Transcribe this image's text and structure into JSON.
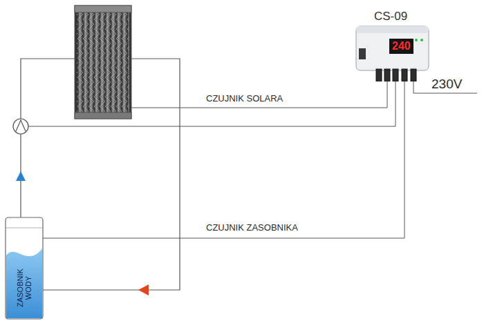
{
  "diagram": {
    "nodes": [
      {
        "text": [
          "CS-09",
          "240"
        ]
      },
      {
        "text": [
          "ZASOBNIK WODY"
        ]
      }
    ],
    "edges": [
      {
        "from": 1,
        "to": 0,
        "arrow": "none",
        "label": "CZUJNIK ZASOBNIKA"
      }
    ],
    "labels": [
      "CZUJNIK SOLARA",
      "230V"
    ]
  }
}
